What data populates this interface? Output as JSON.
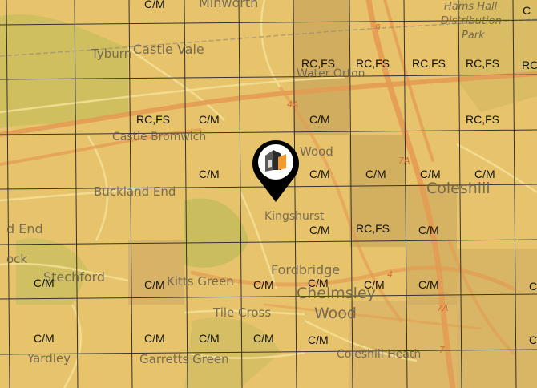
{
  "map": {
    "places": [
      {
        "id": "minworth",
        "label": "Minworth"
      },
      {
        "id": "hams-hall-1",
        "label": "Hams Hall"
      },
      {
        "id": "hams-hall-2",
        "label": "Distribution"
      },
      {
        "id": "hams-hall-3",
        "label": "Park"
      },
      {
        "id": "tyburn",
        "label": "Tyburn"
      },
      {
        "id": "castle-vale",
        "label": "Castle Vale"
      },
      {
        "id": "water-orton",
        "label": "Water Orton"
      },
      {
        "id": "castle-bromwich",
        "label": "Castle Bromwich"
      },
      {
        "id": "wood",
        "label": "Wood"
      },
      {
        "id": "coleshill",
        "label": "Coleshill"
      },
      {
        "id": "buckland-end",
        "label": "Buckland End"
      },
      {
        "id": "kingshurst",
        "label": "Kingshurst"
      },
      {
        "id": "d-end",
        "label": "d End"
      },
      {
        "id": "ock",
        "label": "ock"
      },
      {
        "id": "stechford",
        "label": "Stechford"
      },
      {
        "id": "kitts-green",
        "label": "Kitts Green"
      },
      {
        "id": "fordbridge",
        "label": "Fordbridge"
      },
      {
        "id": "chelmsley",
        "label": "Chelmsley"
      },
      {
        "id": "chelmsley-wood",
        "label": "Wood"
      },
      {
        "id": "tile-cross",
        "label": "Tile Cross"
      },
      {
        "id": "yardley",
        "label": "Yardley"
      },
      {
        "id": "garretts-green",
        "label": "Garretts Green"
      },
      {
        "id": "coleshill-heath",
        "label": "Coleshill Heath"
      }
    ],
    "roads": [
      "9",
      "4A",
      "7A",
      "4",
      "7A",
      "7"
    ],
    "cells": [
      {
        "text": "C/M"
      },
      {
        "text": "C"
      },
      {
        "text": "RC,FS"
      },
      {
        "text": "RC,FS"
      },
      {
        "text": "RC,FS"
      },
      {
        "text": "RC,FS"
      },
      {
        "text": "RC"
      },
      {
        "text": "RC,FS"
      },
      {
        "text": "C/M"
      },
      {
        "text": "C/M"
      },
      {
        "text": "RC,FS"
      },
      {
        "text": "C/M"
      },
      {
        "text": "C/M"
      },
      {
        "text": "C/M"
      },
      {
        "text": "C/M"
      },
      {
        "text": "C/M"
      },
      {
        "text": "C/M"
      },
      {
        "text": "C/M"
      },
      {
        "text": "RC,FS"
      },
      {
        "text": "C/M"
      },
      {
        "text": "C/M"
      },
      {
        "text": "C/M"
      },
      {
        "text": "C/M"
      },
      {
        "text": "C/M"
      },
      {
        "text": "C/M"
      },
      {
        "text": "C/M"
      },
      {
        "text": "C"
      },
      {
        "text": "C/M"
      },
      {
        "text": "C/M"
      },
      {
        "text": "C/M"
      },
      {
        "text": "C/M"
      },
      {
        "text": "C/M"
      },
      {
        "text": "C"
      }
    ],
    "colors": {
      "overlay": "#e9c873",
      "overlay_dark": "#cba55a",
      "overlay_green": "#bcbb52",
      "road_major": "#e49a52",
      "road_minor": "#f2dd8f",
      "grid": "#333333",
      "label": "#6b6250",
      "pin": "#000000"
    },
    "marker_icon": "house-pin-icon"
  }
}
